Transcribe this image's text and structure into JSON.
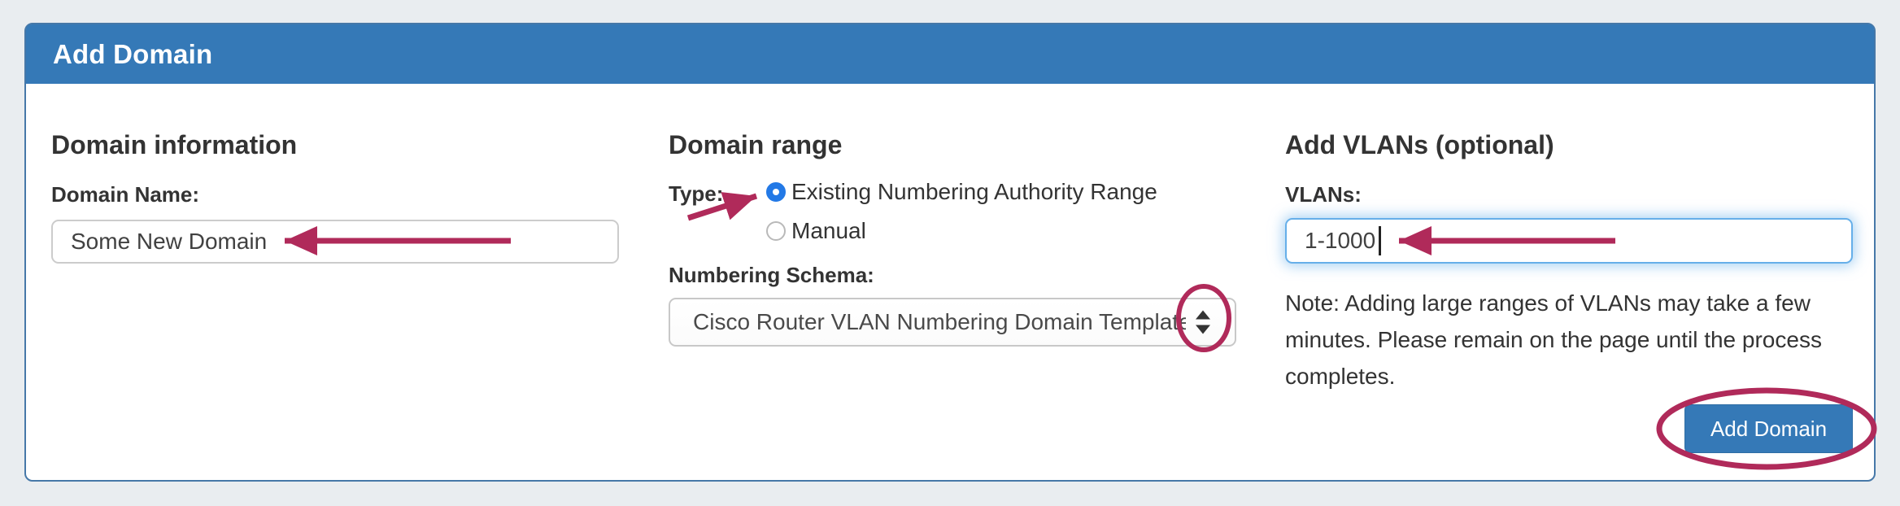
{
  "panel": {
    "title": "Add Domain"
  },
  "domain_info": {
    "heading": "Domain information",
    "name_label": "Domain Name:",
    "name_value": "Some New Domain"
  },
  "domain_range": {
    "heading": "Domain range",
    "type_label": "Type:",
    "options": [
      {
        "label": "Existing Numbering Authority Range",
        "selected": true
      },
      {
        "label": "Manual",
        "selected": false
      }
    ],
    "schema_label": "Numbering Schema:",
    "schema_value": "Cisco Router VLAN Numbering Domain Template"
  },
  "add_vlans": {
    "heading": "Add VLANs (optional)",
    "vlans_label": "VLANs:",
    "vlans_value": "1-1000",
    "note": "Note: Adding large ranges of VLANs may take a few minutes. Please remain on the page until the process completes.",
    "submit_label": "Add Domain"
  },
  "annotations": {
    "marks": [
      "arrow-pointing-at-domain-name-value",
      "arrow-pointing-at-selected-type-radio",
      "arrow-pointing-at-vlans-value",
      "circle-around-schema-stepper",
      "ellipse-around-add-domain-button"
    ]
  },
  "colors": {
    "page_bg": "#e9edf0",
    "header_bg": "#3579b7",
    "panel_border": "#4678a8",
    "button_bg": "#3579b7",
    "button_text": "#ffffff",
    "radio_selected": "#2379e6",
    "input_border": "#cccccc",
    "focus_ring": "#66afe9",
    "text": "#333333",
    "annotation": "#b02a5a"
  }
}
